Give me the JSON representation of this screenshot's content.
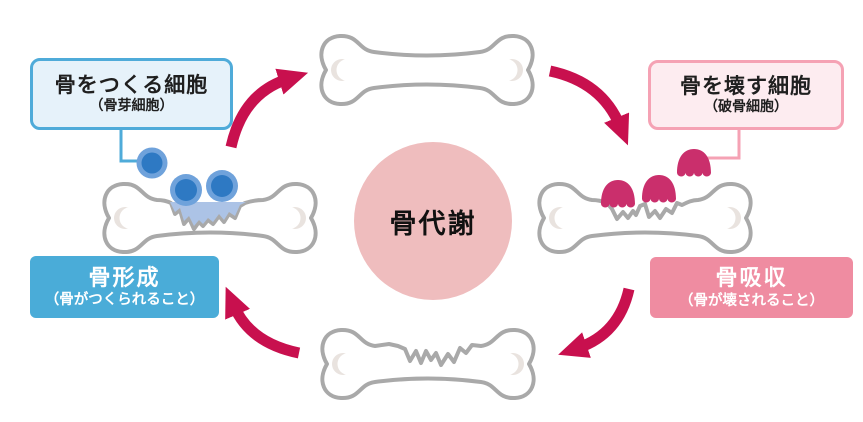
{
  "diagram": {
    "title": "骨代謝",
    "center": {
      "label": "骨代謝"
    },
    "labels": {
      "osteoblast": {
        "main": "骨をつくる細胞",
        "sub": "（骨芽細胞）"
      },
      "osteoclast": {
        "main": "骨を壊す細胞",
        "sub": "（破骨細胞）"
      },
      "formation": {
        "main": "骨形成",
        "sub": "（骨がつくられること）"
      },
      "resorption": {
        "main": "骨吸収",
        "sub": "（骨が壊されること）"
      }
    },
    "icons": [
      "healthy-bone-icon",
      "resorbing-bone-icon",
      "damaged-bone-icon",
      "forming-bone-icon",
      "osteoblast-cells-icon",
      "osteoclast-cells-icon",
      "cycle-arrow-icon"
    ],
    "colors": {
      "arrow": "#C8104E",
      "blue_box_border": "#4FABD9",
      "blue_box_fill": "#E6F2FA",
      "pink_box_border": "#F5A2B4",
      "pink_box_fill": "#FDECF0",
      "formation_bg": "#4AACD8",
      "resorption_bg": "#EF8CA1",
      "center_circle": "#EFBDBE",
      "bone_outline": "#A9A9A9",
      "bone_shading": "#E9E3DF",
      "osteoblast_outer": "#6FA2DB",
      "osteoblast_inner": "#2E79C3",
      "osteoclast_cell": "#CA2F6C",
      "new_bone_patch": "#ACC3E6"
    }
  }
}
